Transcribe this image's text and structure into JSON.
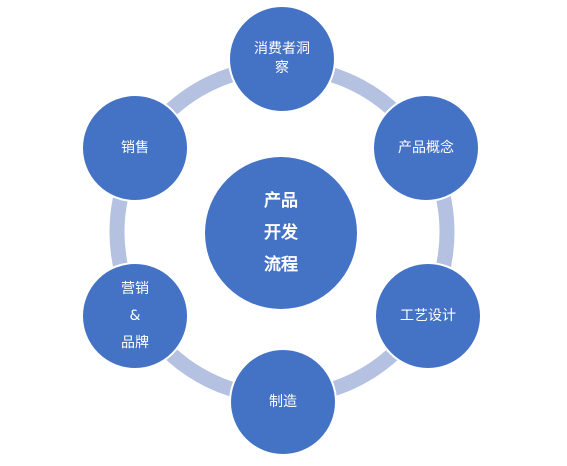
{
  "colors": {
    "node_fill": "#4472c4",
    "ring_stroke": "#b4c1e0",
    "text": "#ffffff"
  },
  "center": {
    "lines": [
      "产品",
      "开发",
      "流程"
    ]
  },
  "nodes": [
    {
      "id": "consumer-insight",
      "lines": [
        "消费者洞",
        "察"
      ]
    },
    {
      "id": "product-concept",
      "lines": [
        "产品概念"
      ]
    },
    {
      "id": "process-design",
      "lines": [
        "工艺设计"
      ]
    },
    {
      "id": "manufacturing",
      "lines": [
        "制造"
      ]
    },
    {
      "id": "marketing-brand",
      "lines": [
        "营销",
        "&",
        "品牌"
      ]
    },
    {
      "id": "sales",
      "lines": [
        "销售"
      ]
    }
  ]
}
